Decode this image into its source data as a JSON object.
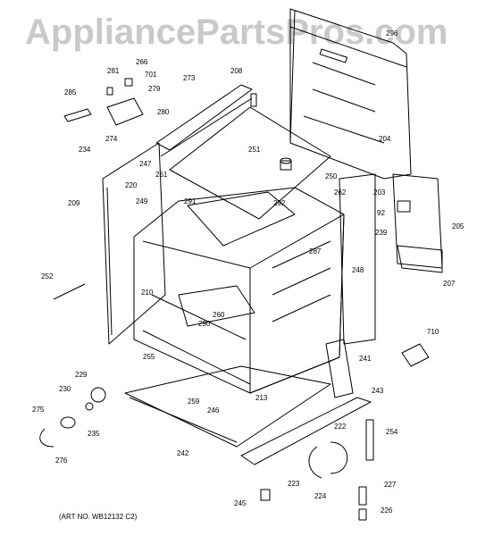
{
  "watermark": "AppliancePartsPros.com",
  "art_number": "(ART NO. WB12132 C2)",
  "labels": [
    "296",
    "266",
    "281",
    "701",
    "279",
    "285",
    "280",
    "273",
    "208",
    "274",
    "234",
    "204",
    "251",
    "247",
    "261",
    "250",
    "220",
    "249",
    "291",
    "262",
    "203",
    "209",
    "292",
    "92",
    "205",
    "239",
    "287",
    "252",
    "248",
    "207",
    "210",
    "260",
    "290",
    "710",
    "241",
    "255",
    "229",
    "213",
    "243",
    "230",
    "259",
    "275",
    "246",
    "254",
    "235",
    "222",
    "242",
    "276",
    "223",
    "227",
    "224",
    "245",
    "226"
  ]
}
